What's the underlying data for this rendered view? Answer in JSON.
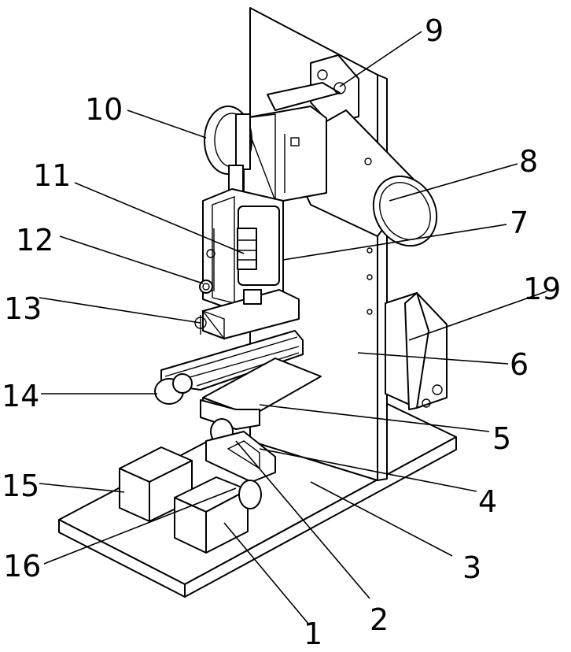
{
  "callouts": {
    "c1": "1",
    "c2": "2",
    "c3": "3",
    "c4": "4",
    "c5": "5",
    "c6": "6",
    "c7": "7",
    "c8": "8",
    "c9": "9",
    "c10": "10",
    "c11": "11",
    "c12": "12",
    "c13": "13",
    "c14": "14",
    "c15": "15",
    "c16": "16",
    "c19": "19"
  }
}
